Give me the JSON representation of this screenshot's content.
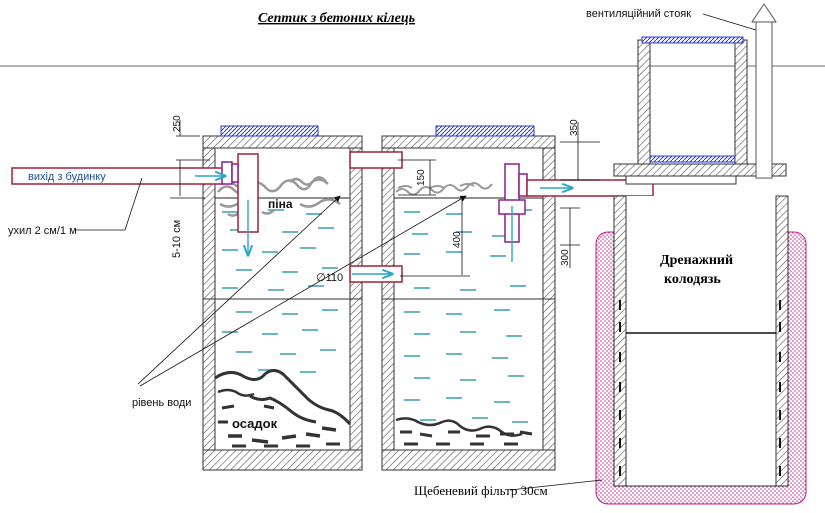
{
  "title": "Септик з бетоних кілець",
  "labels": {
    "ventilation": "вентиляційний стояк",
    "inlet": "вихід з будинку",
    "slope": "ухил 2 см/1 м",
    "foam": "піна",
    "water_level": "рівень води",
    "sediment": "осадок",
    "pipe_diameter": "∅110",
    "drain_well_1": "Дренажний",
    "drain_well_2": "колодязь",
    "gravel_filter": "Щебеневий фільтр 30см"
  },
  "dimensions": {
    "d250": "250",
    "d5_10": "5-10 см",
    "d150": "150",
    "d400": "400",
    "d350": "350",
    "d300": "300"
  },
  "colors": {
    "hatch": "#555555",
    "water": "#1a8fa0",
    "pipe": "#a0203a",
    "fitting": "#8a1f8a",
    "lid": "#2b3fc4",
    "arrow": "#2aa6c6",
    "filter": "#c21b8c"
  }
}
